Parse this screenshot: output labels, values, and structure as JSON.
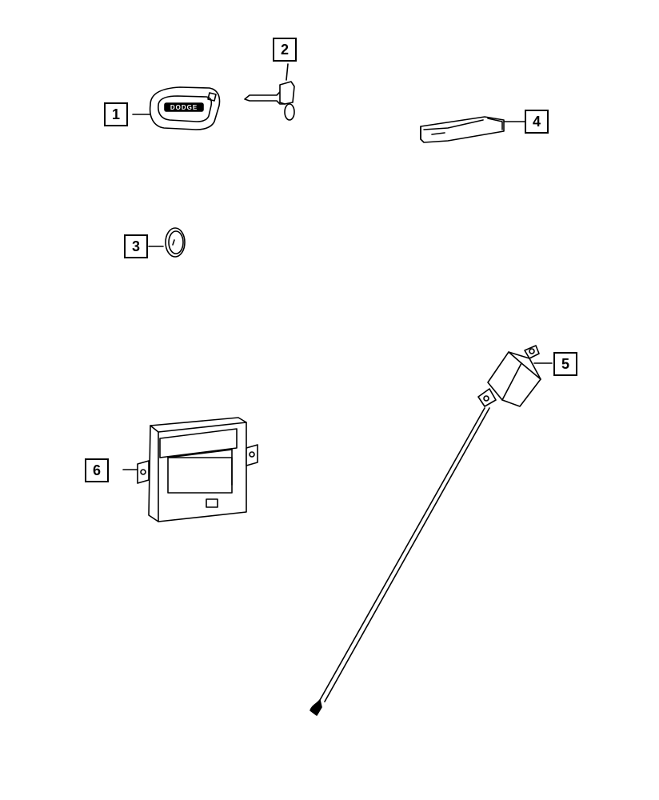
{
  "diagram": {
    "callouts": [
      {
        "number": "1",
        "part": "key-fob"
      },
      {
        "number": "2",
        "part": "emergency-key-blade"
      },
      {
        "number": "3",
        "part": "battery-coin-cell"
      },
      {
        "number": "4",
        "part": "antenna-module"
      },
      {
        "number": "5",
        "part": "antenna-with-cable"
      },
      {
        "number": "6",
        "part": "control-module"
      }
    ],
    "fob_brand_text": "DODGE"
  }
}
